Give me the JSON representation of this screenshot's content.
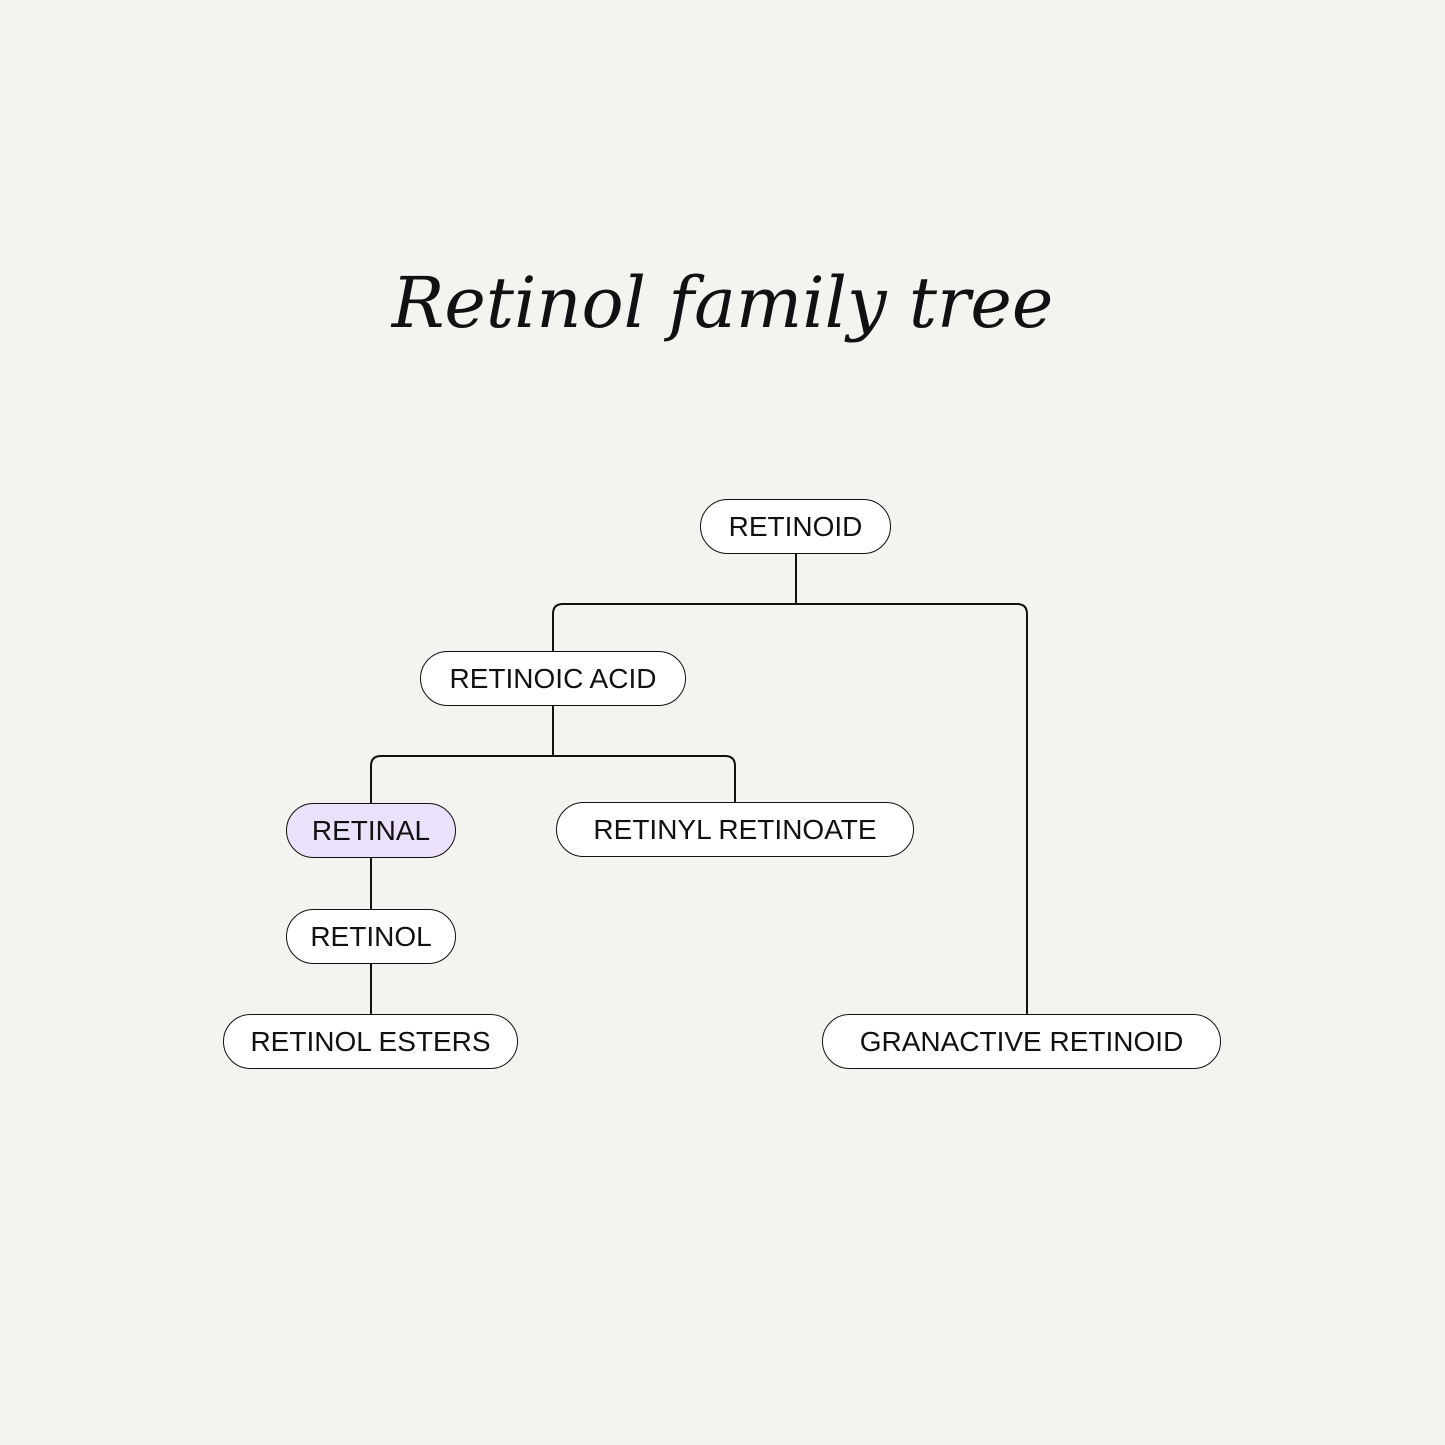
{
  "title": "Retinol family tree",
  "colors": {
    "background": "#f3f3ef",
    "node_fill": "#ffffff",
    "highlight_fill": "#ebe1fb",
    "line": "#111111"
  },
  "nodes": {
    "retinoid": "RETINOID",
    "retinoic_acid": "RETINOIC ACID",
    "retinal": "RETINAL",
    "retinyl_retinoate": "RETINYL RETINOATE",
    "retinol": "RETINOL",
    "retinol_esters": "RETINOL ESTERS",
    "granactive_retinoid": "GRANACTIVE RETINOID"
  },
  "highlighted": "retinal"
}
